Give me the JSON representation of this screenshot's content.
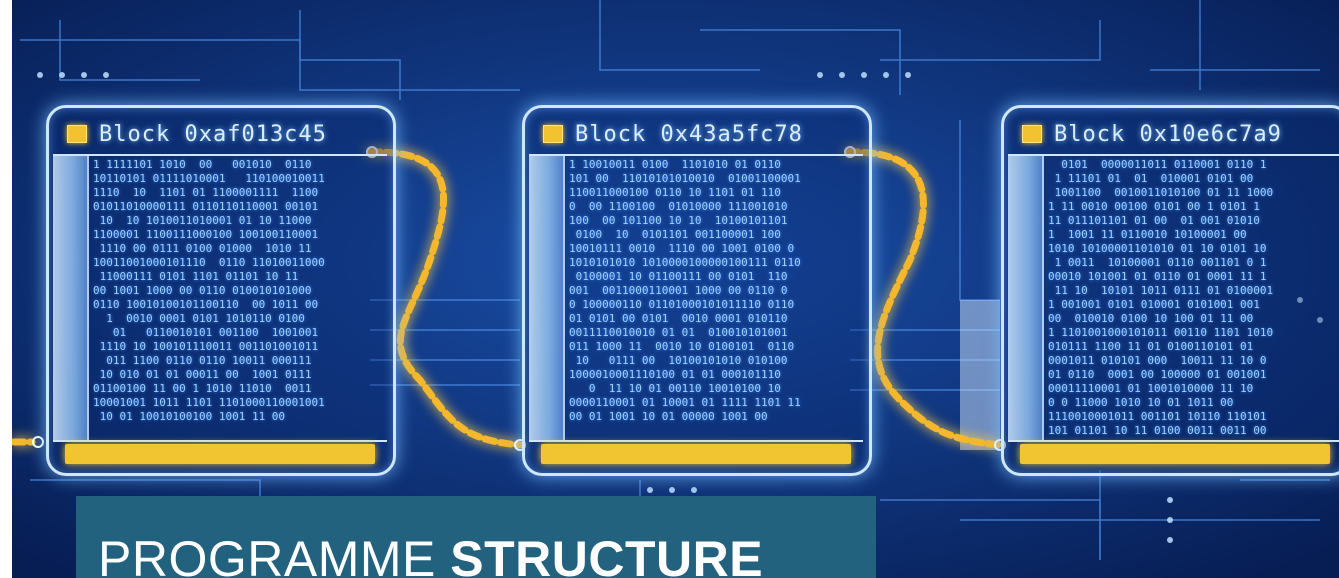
{
  "blocks": [
    {
      "title": "Block 0xaf013c45"
    },
    {
      "title": "Block 0x43a5fc78"
    },
    {
      "title": "Block 0x10e6c7a9"
    }
  ],
  "banner": {
    "title_light": "PROGRAMME ",
    "title_bold": "STRUCTURE"
  },
  "colors": {
    "background": "#0a2a6e",
    "circuit_line": "#4d8fe8",
    "glow": "#cfe6ff",
    "link": "#f5b72b",
    "banner": "#23627f"
  },
  "icons": [
    "block-icon",
    "chain-link"
  ]
}
